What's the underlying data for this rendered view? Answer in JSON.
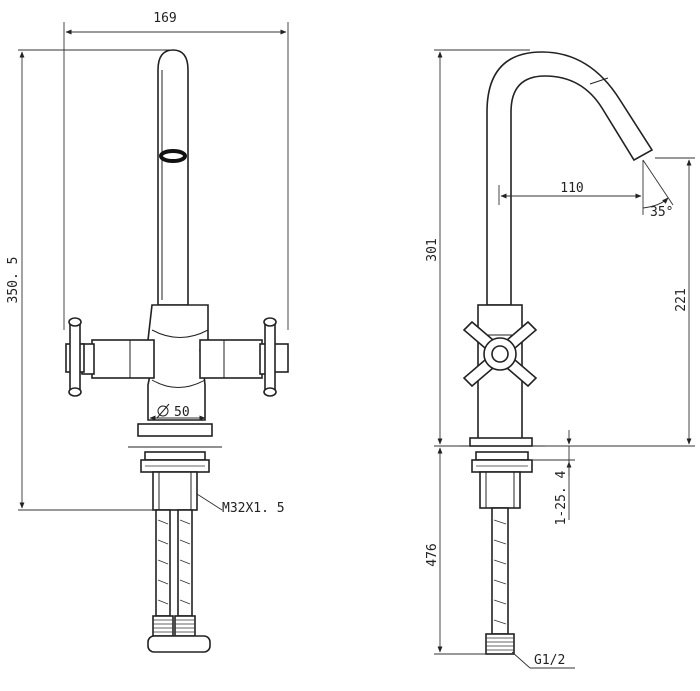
{
  "drawing": {
    "front_view": {
      "dim_width": "169",
      "dim_height": "350. 5",
      "dim_base_dia": "50",
      "thread_label": "M32X1. 5"
    },
    "side_view": {
      "dim_total_height": "301",
      "dim_reach": "110",
      "dim_angle": "35°",
      "dim_spout_height": "221",
      "dim_deck_thickness": "1-25. 4",
      "dim_hose_length": "476",
      "hose_thread_label": "G1/2"
    }
  }
}
